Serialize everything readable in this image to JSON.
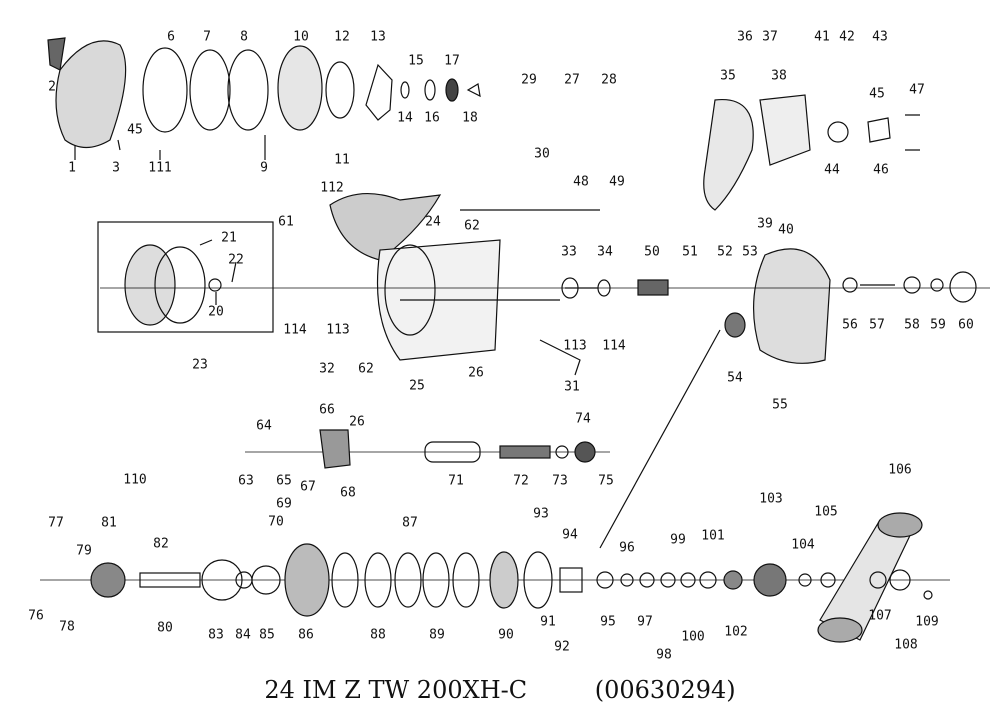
{
  "title": "24 IM Z TW 200XH-C",
  "code": "(00630294)",
  "parts": [
    "1",
    "2",
    "3",
    "45",
    "111",
    "6",
    "7",
    "8",
    "9",
    "10",
    "11",
    "12",
    "13",
    "14",
    "15",
    "16",
    "17",
    "18",
    "29",
    "27",
    "28",
    "30",
    "36",
    "37",
    "41",
    "42",
    "43",
    "35",
    "38",
    "45",
    "47",
    "44",
    "46",
    "39",
    "40",
    "112",
    "61",
    "24",
    "62",
    "48",
    "49",
    "21",
    "22",
    "20",
    "23",
    "114",
    "113",
    "32",
    "62",
    "25",
    "26",
    "26",
    "31",
    "33",
    "34",
    "50",
    "51",
    "52",
    "53",
    "54",
    "55",
    "56",
    "57",
    "58",
    "59",
    "60",
    "113",
    "114",
    "66",
    "64",
    "63",
    "65",
    "67",
    "68",
    "69",
    "70",
    "71",
    "72",
    "73",
    "74",
    "75",
    "110",
    "77",
    "81",
    "82",
    "79",
    "76",
    "78",
    "80",
    "83",
    "84",
    "85",
    "86",
    "87",
    "88",
    "89",
    "90",
    "93",
    "94",
    "91",
    "92",
    "95",
    "96",
    "97",
    "98",
    "99",
    "100",
    "101",
    "102",
    "103",
    "104",
    "105",
    "106",
    "107",
    "108",
    "109"
  ]
}
